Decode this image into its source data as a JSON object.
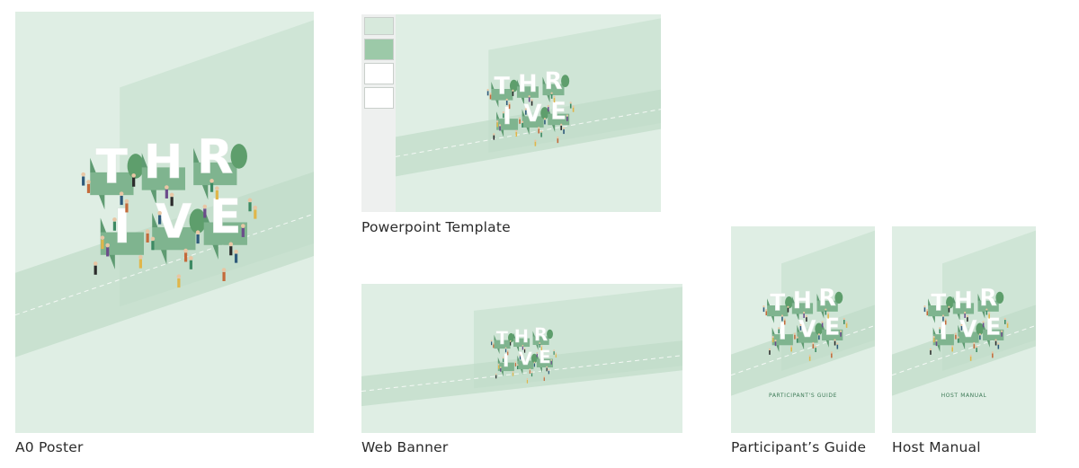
{
  "brand": {
    "word": "THRIVE",
    "colors": {
      "background": "#dfeee4",
      "band": "#cfe5d6",
      "street": "#bfdcc8",
      "letter_face": "#ffffff",
      "letter_side": "#7fb48f",
      "letter_dark": "#5f9b72",
      "tree": "#5e9e6c"
    }
  },
  "items": {
    "poster": {
      "caption": "A0 Poster"
    },
    "powerpoint": {
      "caption": "Powerpoint Template"
    },
    "banner": {
      "caption": "Web Banner"
    },
    "guide": {
      "caption": "Participant’s Guide",
      "cover_label": "PARTICIPANT'S GUIDE"
    },
    "manual": {
      "caption": "Host Manual",
      "cover_label": "HOST MANUAL"
    }
  }
}
